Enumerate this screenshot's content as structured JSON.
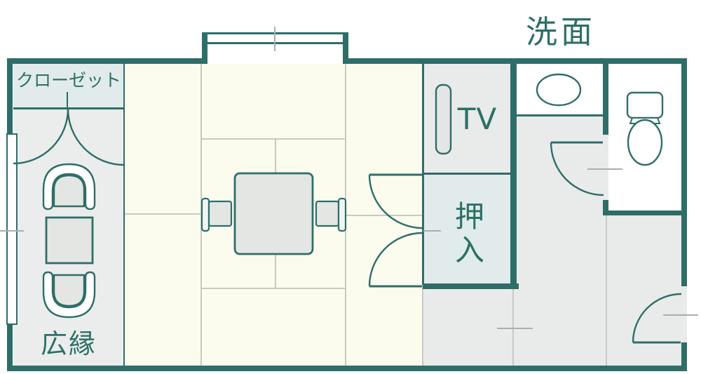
{
  "floorplan": {
    "labels": {
      "washbasin": "洗面",
      "closet": "クローゼット",
      "veranda": "広縁",
      "tv": "TV",
      "futon_closet": "押入"
    },
    "fixtures": [
      "bay-window",
      "double-door-swing",
      "armchair",
      "tea-table",
      "side-window",
      "floor-chair",
      "low-table",
      "tv-set",
      "closet-double-door",
      "wash-basin",
      "hinged-door",
      "toilet",
      "entrance-door"
    ],
    "colors": {
      "wall": "#2e6e69",
      "label_text": "#2d7066",
      "tatami_floor": "#fbfcee",
      "wood_floor": "#e9ebea",
      "veranda_floor": "#ebedec",
      "closet_floor": "#e1ebec",
      "furniture_fill": "#e4e6e4",
      "tatami_line": "#c7cac3",
      "tick_line": "#a4b1ad",
      "white": "#ffffff"
    }
  }
}
